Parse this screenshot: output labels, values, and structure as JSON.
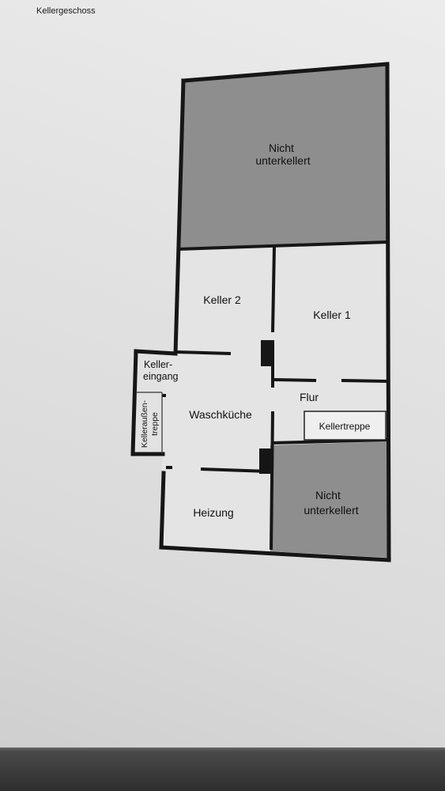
{
  "page": {
    "title": "Kellergeschoss"
  },
  "rooms": {
    "nicht_unterkellert_top": [
      "Nicht",
      "unterkellert"
    ],
    "keller2": "Keller 2",
    "keller1": "Keller 1",
    "kellereingang": [
      "Keller-",
      "eingang"
    ],
    "kelleraussentreppe": [
      "Kelleraußen-",
      "treppe"
    ],
    "waschkueche": "Waschküche",
    "flur": "Flur",
    "kellertreppe": "Kellertreppe",
    "heizung": "Heizung",
    "nicht_unterkellert_bottom": [
      "Nicht",
      "unterkellert"
    ]
  },
  "colors": {
    "wall": "#161616",
    "unexcavated_fill": "#8e8e8e",
    "room_fill": "#e4e4e4"
  }
}
